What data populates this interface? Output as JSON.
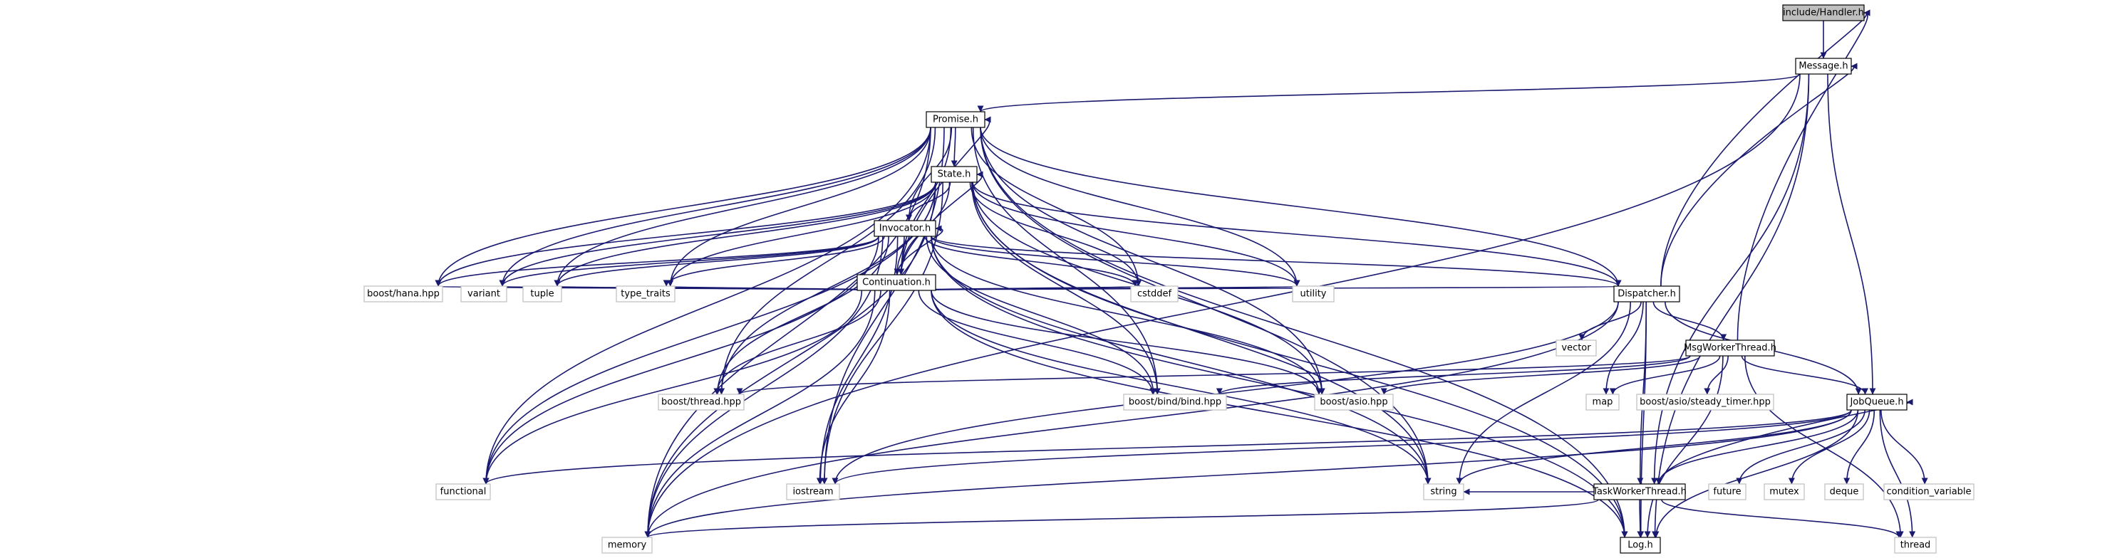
{
  "graph": {
    "nodes": {
      "root": {
        "label": "include/Handler.h",
        "kind": "root"
      },
      "message": {
        "label": "Message.h",
        "kind": "local"
      },
      "promise": {
        "label": "Promise.h",
        "kind": "local"
      },
      "state": {
        "label": "State.h",
        "kind": "local"
      },
      "invocator": {
        "label": "Invocator.h",
        "kind": "local"
      },
      "continuation": {
        "label": "Continuation.h",
        "kind": "local"
      },
      "dispatcher": {
        "label": "Dispatcher.h",
        "kind": "local"
      },
      "msgworker": {
        "label": "MsgWorkerThread.h",
        "kind": "local"
      },
      "jobqueue": {
        "label": "JobQueue.h",
        "kind": "local"
      },
      "taskworker": {
        "label": "TaskWorkerThread.h",
        "kind": "local"
      },
      "log": {
        "label": "Log.h",
        "kind": "local"
      },
      "hana": {
        "label": "boost/hana.hpp",
        "kind": "system"
      },
      "variant": {
        "label": "variant",
        "kind": "system"
      },
      "tuple": {
        "label": "tuple",
        "kind": "system"
      },
      "type_traits": {
        "label": "type_traits",
        "kind": "system"
      },
      "cstddef": {
        "label": "cstddef",
        "kind": "system"
      },
      "utility": {
        "label": "utility",
        "kind": "system"
      },
      "vector": {
        "label": "vector",
        "kind": "system"
      },
      "thread_hpp": {
        "label": "boost/thread.hpp",
        "kind": "system"
      },
      "bind": {
        "label": "boost/bind/bind.hpp",
        "kind": "system"
      },
      "asio": {
        "label": "boost/asio.hpp",
        "kind": "system"
      },
      "map": {
        "label": "map",
        "kind": "system"
      },
      "steady_timer": {
        "label": "boost/asio/steady_timer.hpp",
        "kind": "system"
      },
      "functional": {
        "label": "functional",
        "kind": "system"
      },
      "iostream": {
        "label": "iostream",
        "kind": "system"
      },
      "string": {
        "label": "string",
        "kind": "system"
      },
      "future": {
        "label": "future",
        "kind": "system"
      },
      "mutex": {
        "label": "mutex",
        "kind": "system"
      },
      "deque": {
        "label": "deque",
        "kind": "system"
      },
      "condvar": {
        "label": "condition_variable",
        "kind": "system"
      },
      "memory": {
        "label": "memory",
        "kind": "system"
      },
      "thread": {
        "label": "thread",
        "kind": "system"
      }
    },
    "edges": [
      [
        "root",
        "message"
      ],
      [
        "message",
        "promise"
      ],
      [
        "message",
        "memory"
      ],
      [
        "message",
        "log"
      ],
      [
        "message",
        "taskworker"
      ],
      [
        "message",
        "jobqueue"
      ],
      [
        "promise",
        "state"
      ],
      [
        "promise",
        "invocator"
      ],
      [
        "promise",
        "continuation"
      ],
      [
        "promise",
        "dispatcher"
      ],
      [
        "promise",
        "hana"
      ],
      [
        "promise",
        "variant"
      ],
      [
        "promise",
        "tuple"
      ],
      [
        "promise",
        "type_traits"
      ],
      [
        "promise",
        "cstddef"
      ],
      [
        "promise",
        "utility"
      ],
      [
        "promise",
        "thread_hpp"
      ],
      [
        "promise",
        "bind"
      ],
      [
        "promise",
        "asio"
      ],
      [
        "promise",
        "functional"
      ],
      [
        "promise",
        "iostream"
      ],
      [
        "promise",
        "string"
      ],
      [
        "promise",
        "memory"
      ],
      [
        "promise",
        "log"
      ],
      [
        "state",
        "invocator"
      ],
      [
        "state",
        "continuation"
      ],
      [
        "state",
        "dispatcher"
      ],
      [
        "state",
        "hana"
      ],
      [
        "state",
        "variant"
      ],
      [
        "state",
        "tuple"
      ],
      [
        "state",
        "type_traits"
      ],
      [
        "state",
        "cstddef"
      ],
      [
        "state",
        "utility"
      ],
      [
        "state",
        "thread_hpp"
      ],
      [
        "state",
        "bind"
      ],
      [
        "state",
        "asio"
      ],
      [
        "state",
        "functional"
      ],
      [
        "state",
        "iostream"
      ],
      [
        "state",
        "string"
      ],
      [
        "state",
        "memory"
      ],
      [
        "state",
        "log"
      ],
      [
        "invocator",
        "continuation"
      ],
      [
        "invocator",
        "dispatcher"
      ],
      [
        "invocator",
        "hana"
      ],
      [
        "invocator",
        "variant"
      ],
      [
        "invocator",
        "tuple"
      ],
      [
        "invocator",
        "type_traits"
      ],
      [
        "invocator",
        "cstddef"
      ],
      [
        "invocator",
        "utility"
      ],
      [
        "invocator",
        "thread_hpp"
      ],
      [
        "invocator",
        "bind"
      ],
      [
        "invocator",
        "asio"
      ],
      [
        "invocator",
        "functional"
      ],
      [
        "invocator",
        "iostream"
      ],
      [
        "invocator",
        "string"
      ],
      [
        "invocator",
        "memory"
      ],
      [
        "invocator",
        "log"
      ],
      [
        "continuation",
        "promise"
      ],
      [
        "continuation",
        "state"
      ],
      [
        "continuation",
        "invocator"
      ],
      [
        "continuation",
        "dispatcher"
      ],
      [
        "continuation",
        "hana"
      ],
      [
        "continuation",
        "variant"
      ],
      [
        "continuation",
        "tuple"
      ],
      [
        "continuation",
        "type_traits"
      ],
      [
        "continuation",
        "cstddef"
      ],
      [
        "continuation",
        "utility"
      ],
      [
        "continuation",
        "thread_hpp"
      ],
      [
        "continuation",
        "bind"
      ],
      [
        "continuation",
        "asio"
      ],
      [
        "continuation",
        "functional"
      ],
      [
        "continuation",
        "iostream"
      ],
      [
        "continuation",
        "string"
      ],
      [
        "continuation",
        "memory"
      ],
      [
        "continuation",
        "log"
      ],
      [
        "dispatcher",
        "root"
      ],
      [
        "dispatcher",
        "message"
      ],
      [
        "dispatcher",
        "msgworker"
      ],
      [
        "dispatcher",
        "jobqueue"
      ],
      [
        "dispatcher",
        "taskworker"
      ],
      [
        "dispatcher",
        "vector"
      ],
      [
        "dispatcher",
        "map"
      ],
      [
        "dispatcher",
        "string"
      ],
      [
        "dispatcher",
        "iostream"
      ],
      [
        "dispatcher",
        "memory"
      ],
      [
        "dispatcher",
        "log"
      ],
      [
        "msgworker",
        "root"
      ],
      [
        "msgworker",
        "jobqueue"
      ],
      [
        "msgworker",
        "thread_hpp"
      ],
      [
        "msgworker",
        "bind"
      ],
      [
        "msgworker",
        "asio"
      ],
      [
        "msgworker",
        "map"
      ],
      [
        "msgworker",
        "steady_timer"
      ],
      [
        "msgworker",
        "log"
      ],
      [
        "msgworker",
        "thread"
      ],
      [
        "jobqueue",
        "taskworker"
      ],
      [
        "jobqueue",
        "functional"
      ],
      [
        "jobqueue",
        "iostream"
      ],
      [
        "jobqueue",
        "string"
      ],
      [
        "jobqueue",
        "future"
      ],
      [
        "jobqueue",
        "mutex"
      ],
      [
        "jobqueue",
        "deque"
      ],
      [
        "jobqueue",
        "condvar"
      ],
      [
        "jobqueue",
        "memory"
      ],
      [
        "jobqueue",
        "log"
      ],
      [
        "jobqueue",
        "thread"
      ],
      [
        "taskworker",
        "jobqueue"
      ],
      [
        "taskworker",
        "log"
      ],
      [
        "taskworker",
        "thread"
      ],
      [
        "taskworker",
        "string"
      ],
      [
        "taskworker",
        "memory"
      ]
    ]
  }
}
